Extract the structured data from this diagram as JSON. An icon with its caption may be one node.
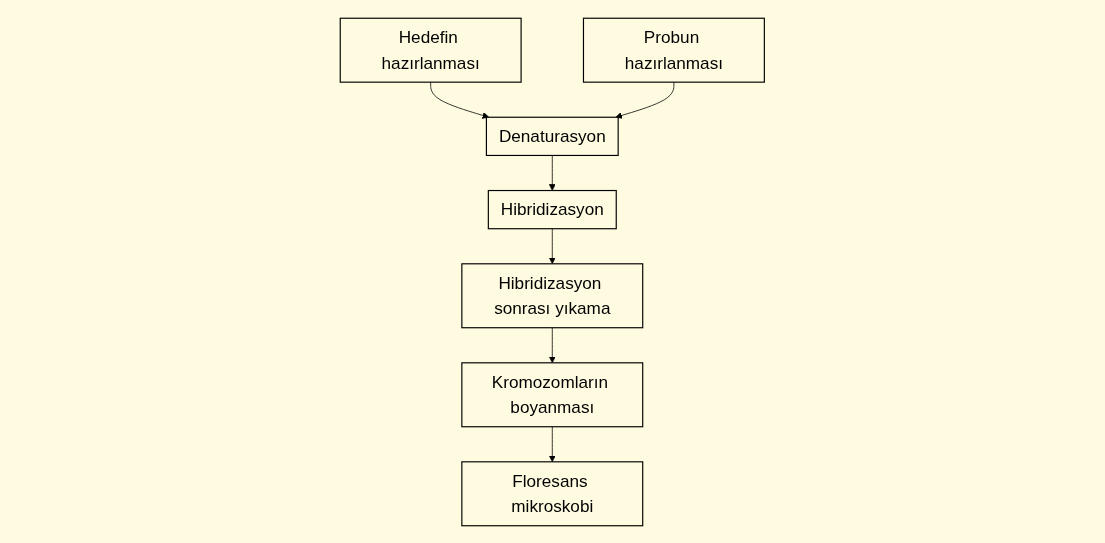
{
  "diagram": {
    "nodes": [
      {
        "text": [
          "Hedefin hazırlanması"
        ]
      },
      {
        "text": [
          "Probun hazırlanması"
        ]
      },
      {
        "text": [
          "Denaturasyon"
        ]
      },
      {
        "text": [
          "Hibridizasyon"
        ]
      },
      {
        "text": [
          "Hibridizasyon sonrası yıkama"
        ]
      },
      {
        "text": [
          "Kromozomların boyanması"
        ]
      },
      {
        "text": [
          "Floresans mikroskobi"
        ]
      }
    ],
    "edges": [
      {
        "from": 0,
        "to": 2,
        "arrow": "to"
      },
      {
        "from": 1,
        "to": 2,
        "arrow": "to"
      },
      {
        "from": 2,
        "to": 3,
        "arrow": "to"
      },
      {
        "from": 3,
        "to": 4,
        "arrow": "to"
      },
      {
        "from": 4,
        "to": 5,
        "arrow": "to"
      },
      {
        "from": 5,
        "to": 6,
        "arrow": "to"
      }
    ]
  }
}
